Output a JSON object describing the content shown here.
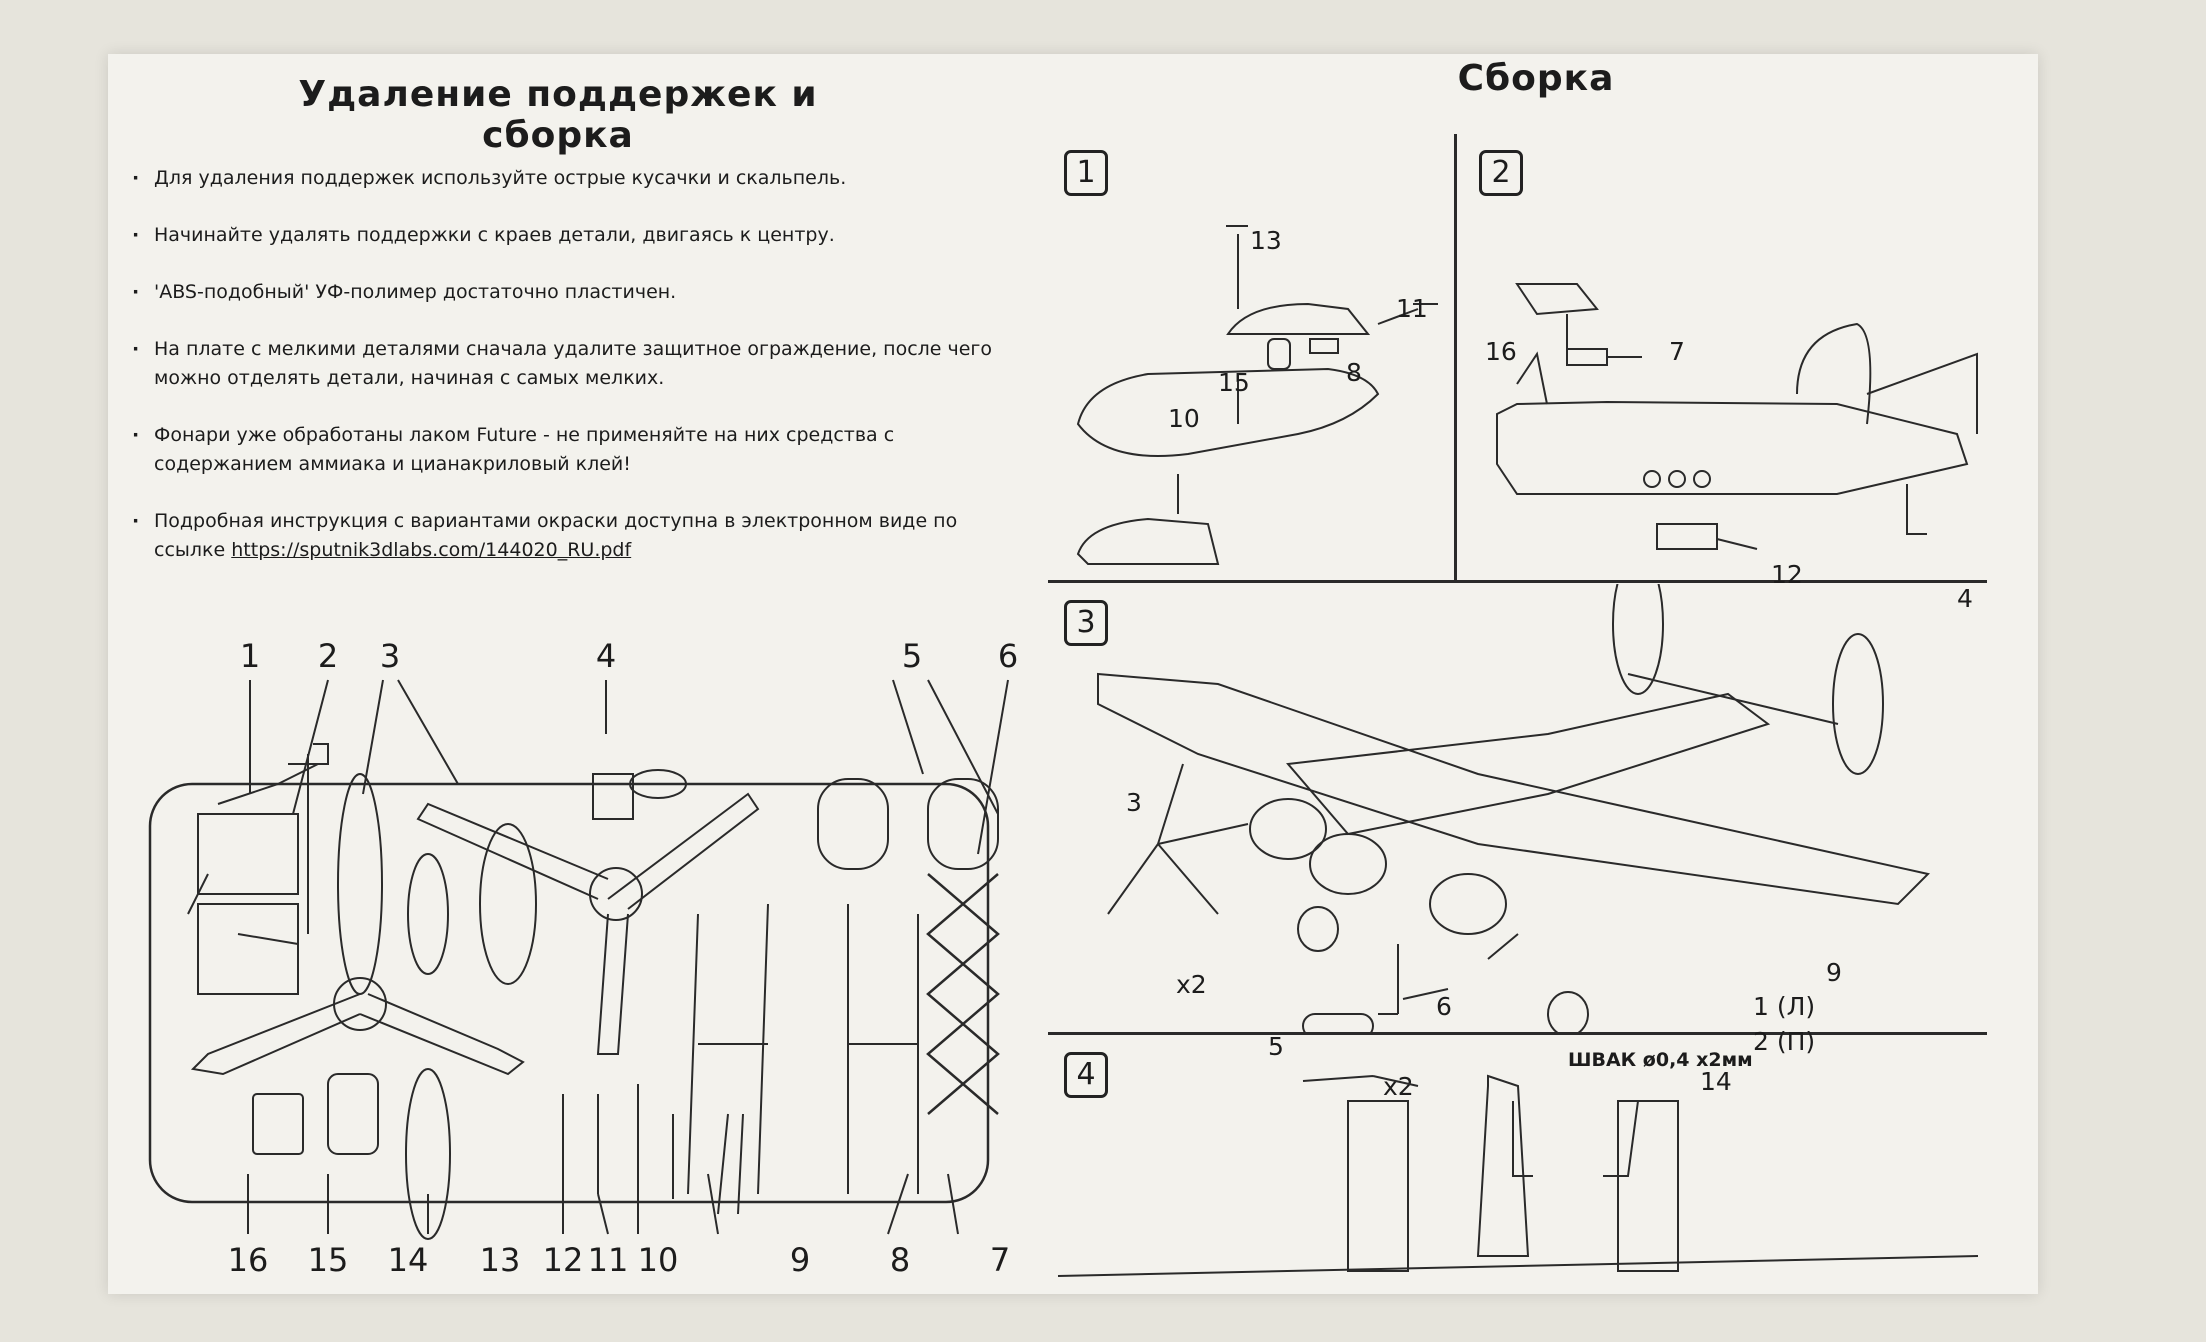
{
  "left_title": "Удаление поддержек и сборка",
  "right_title": "Сборка",
  "instructions": [
    "Для удаления поддержек используйте острые кусачки и скальпель.",
    "Начинайте удалять поддержки с краев детали, двигаясь к центру.",
    "'ABS-подобный' УФ-полимер достаточно пластичен.",
    "На плате с мелкими деталями сначала удалите защитное ограждение, после чего можно отделять детали, начиная с самых мелких.",
    "Фонари уже обработаны лаком Future - не применяйте на них средства с содержанием аммиака и цианакриловый клей!"
  ],
  "last_instruction": {
    "text": "Подробная инструкция с вариантами окраски доступна в электронном виде по ссылке ",
    "link": "https://sputnik3dlabs.com/144020_RU.pdf"
  },
  "sprue_callouts_top": [
    "1",
    "2",
    "3",
    "4",
    "5",
    "6"
  ],
  "sprue_callouts_bottom": [
    "16",
    "15",
    "14",
    "13",
    "12",
    "11",
    "10",
    "9",
    "8",
    "7"
  ],
  "steps": {
    "step1": {
      "number": "1",
      "labels": [
        "13",
        "11",
        "15",
        "8",
        "10"
      ]
    },
    "step2": {
      "number": "2",
      "labels": [
        "16",
        "7",
        "12",
        "4"
      ]
    },
    "step3": {
      "number": "3",
      "labels": [
        "3",
        "x2",
        "9",
        "1 (Л)",
        "2 (П)",
        "6",
        "5",
        "x2",
        "14"
      ]
    },
    "step4": {
      "number": "4",
      "labels": [
        "ШВАК ø0,4 x2мм"
      ]
    }
  }
}
